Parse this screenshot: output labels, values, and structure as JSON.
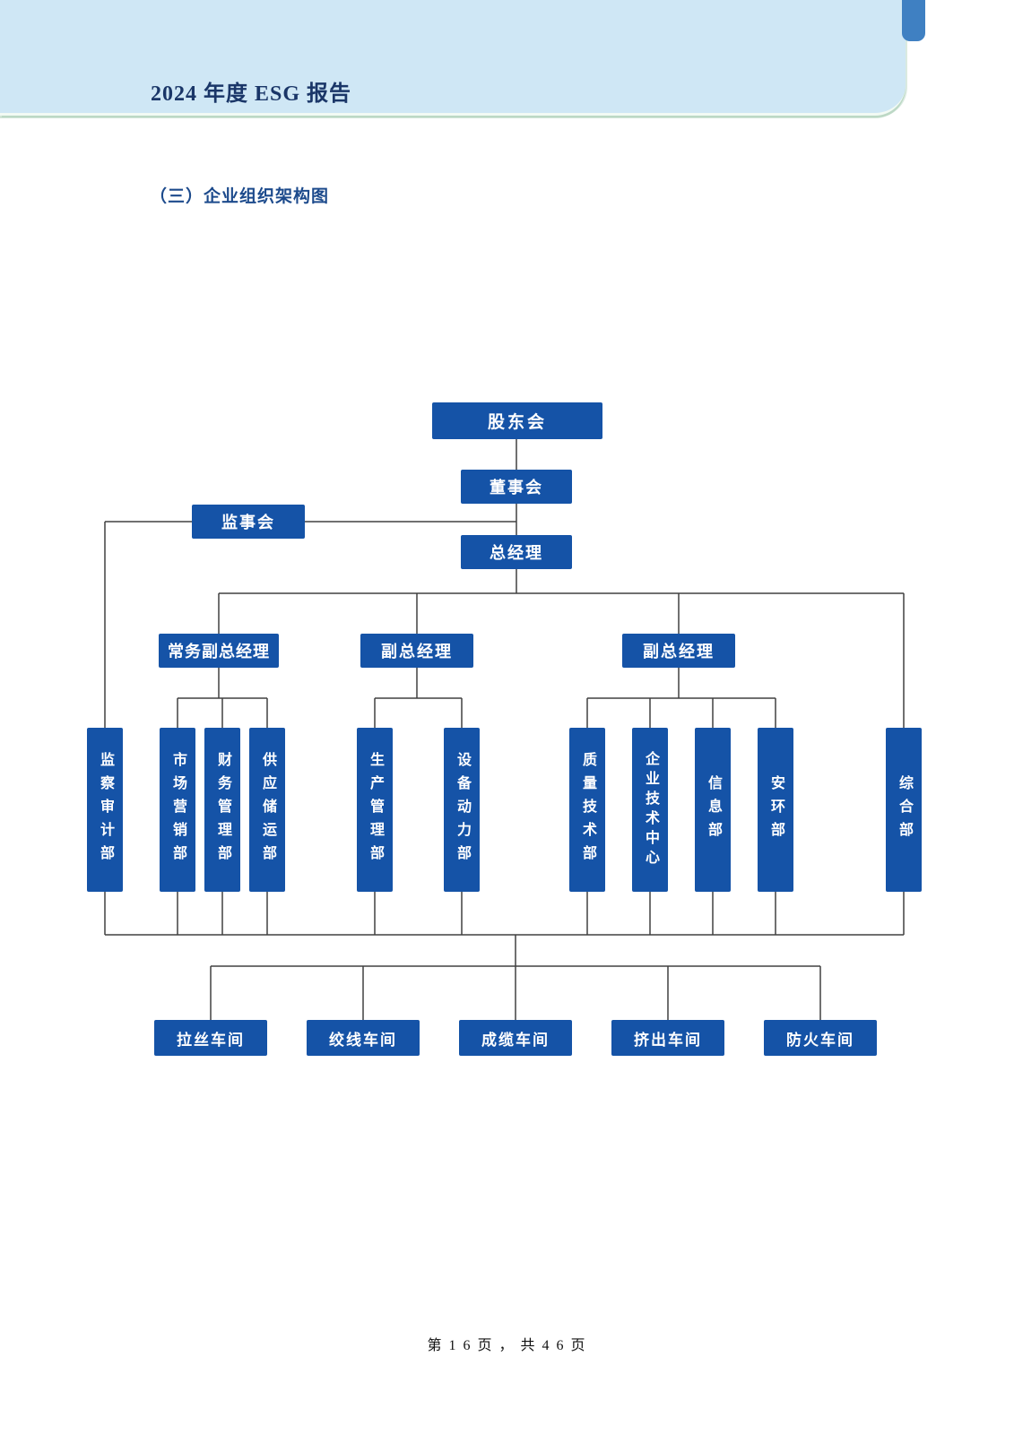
{
  "page": {
    "header_title": "2024 年度 ESG 报告",
    "section_heading": "（三）企业组织架构图",
    "footer_text": "第 1 6 页 ， 共 4 6 页"
  },
  "org_chart": {
    "shareholders": "股东会",
    "board": "董事会",
    "supervisory_board": "监事会",
    "general_manager": "总经理",
    "deputy_managers": [
      "常务副总经理",
      "副总经理",
      "副总经理"
    ],
    "departments": [
      "监察审计部",
      "市场营销部",
      "财务管理部",
      "供应储运部",
      "生产管理部",
      "设备动力部",
      "质量技术部",
      "企业技术中心",
      "信息部",
      "安环部",
      "综合部"
    ],
    "workshops": [
      "拉丝车间",
      "绞线车间",
      "成缆车间",
      "挤出车间",
      "防火车间"
    ]
  },
  "colors": {
    "node_blue": "#1553a7",
    "header_band_blue": "#cfe7f5",
    "corner_tab_blue": "#3f80c2",
    "title_navy": "#1a3668",
    "heading_blue": "#1c4a8c",
    "connector_gray": "#404040"
  }
}
